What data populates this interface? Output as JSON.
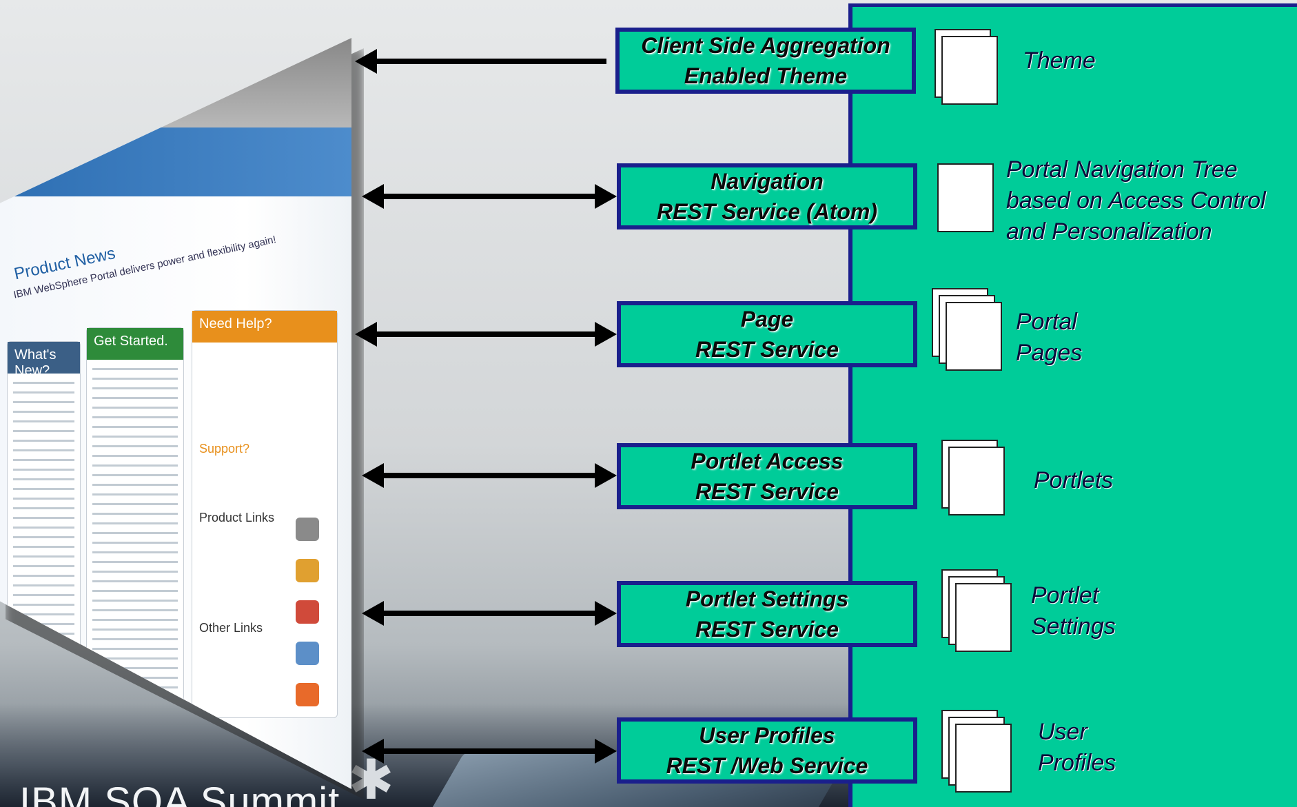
{
  "footer": {
    "summit_text": "IBM SOA Summit"
  },
  "services": [
    {
      "line1": "Client Side Aggregation",
      "line2": "Enabled Theme"
    },
    {
      "line1": "Navigation",
      "line2": "REST Service (Atom)"
    },
    {
      "line1": "Page",
      "line2": "REST Service"
    },
    {
      "line1": "Portlet Access",
      "line2": "REST Service"
    },
    {
      "line1": "Portlet Settings",
      "line2": "REST Service"
    },
    {
      "line1": "User Profiles",
      "line2": "REST /Web Service"
    }
  ],
  "resources": [
    {
      "lines": [
        "Theme"
      ]
    },
    {
      "lines": [
        "Portal Navigation Tree",
        "based on Access Control",
        "and Personalization"
      ]
    },
    {
      "lines": [
        "Portal",
        "Pages"
      ]
    },
    {
      "lines": [
        "Portlets"
      ]
    },
    {
      "lines": [
        "Portlet",
        "Settings"
      ]
    },
    {
      "lines": [
        "User",
        "Profiles"
      ]
    }
  ],
  "portal_mock": {
    "product_news": "Product News",
    "tagline": "IBM WebSphere Portal delivers power and flexibility again!",
    "card_whats_new": "What's New?",
    "card_get_started": "Get Started.",
    "card_need_help": "Need Help?",
    "support": "Support?",
    "product_links": "Product Links",
    "other_links": "Other Links"
  },
  "colors": {
    "panel_green": "#00cc99",
    "border_navy": "#1a1f8c",
    "arrow": "#000000"
  }
}
